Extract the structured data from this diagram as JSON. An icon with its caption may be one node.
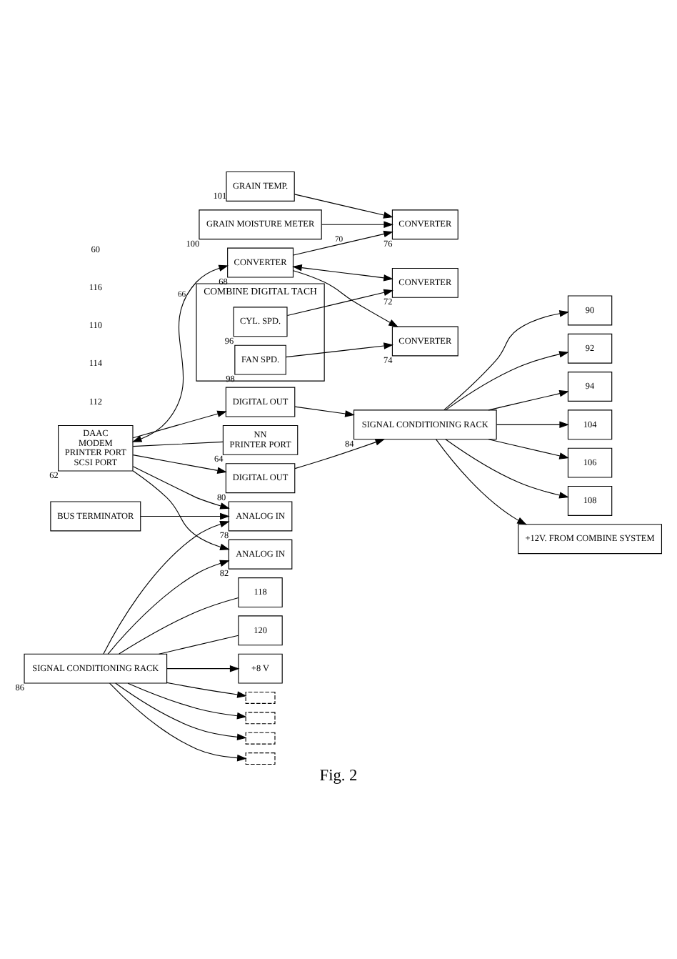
{
  "diagram": {
    "caption": "Fig. 2",
    "nodes": [
      {
        "text": [
          "GRAIN TEMP."
        ],
        "beside": [
          "101"
        ]
      },
      {
        "text": [
          "GRAIN MOISTURE METER"
        ],
        "beside": [
          "100"
        ]
      },
      {
        "text": [
          "COMBINE DIGITAL TACH"
        ]
      },
      {
        "text": [
          "FAN SPD."
        ],
        "in": 2,
        "beside": [
          "98"
        ]
      },
      {
        "text": [
          "CYL. SPD."
        ],
        "in": 2,
        "beside": [
          "96"
        ]
      },
      {
        "text": [
          "CONVERTER"
        ],
        "beside": [
          "76"
        ]
      },
      {
        "text": [
          "CONVERTER"
        ],
        "beside": [
          "74"
        ]
      },
      {
        "text": [
          "CONVERTER"
        ],
        "beside": [
          "72"
        ]
      },
      {
        "text": [
          "CONVERTER"
        ],
        "beside": [
          "68"
        ]
      },
      {
        "text": [
          "DAAC",
          "MODEM",
          "PRINTER PORT",
          "SCSI PORT"
        ],
        "beside": [
          "62"
        ]
      },
      {
        "text": [
          "NN",
          "PRINTER PORT"
        ],
        "beside": [
          "64"
        ]
      },
      {
        "text": [
          "BUS TERMINATOR"
        ]
      },
      {
        "text": [
          "ANALOG IN"
        ],
        "beside": [
          "78"
        ]
      },
      {
        "text": [
          "ANALOG IN"
        ],
        "beside": [
          "82"
        ]
      },
      {
        "text": [
          "DIGITAL OUT"
        ]
      },
      {
        "text": [
          "DIGITAL OUT"
        ],
        "beside": [
          "80"
        ]
      },
      {
        "text": [
          "SIGNAL CONDITIONING RACK"
        ],
        "beside": [
          "86"
        ]
      },
      {
        "text": [
          "SIGNAL CONDITIONING RACK"
        ],
        "beside": [
          "84"
        ]
      },
      {
        "text": [
          "118"
        ]
      },
      {
        "text": [
          "120"
        ]
      },
      {
        "text": [
          "90"
        ]
      },
      {
        "text": [
          "92"
        ]
      },
      {
        "text": [
          "94"
        ]
      },
      {
        "text": [
          "104"
        ]
      },
      {
        "text": [
          "106"
        ]
      },
      {
        "text": [
          "108"
        ]
      },
      {
        "text": [
          "+8 V"
        ]
      },
      {
        "text": [
          "+12V. FROM COMBINE SYSTEM"
        ]
      },
      {
        "text": [],
        "shape": "resistor"
      },
      {
        "text": [],
        "shape": "resistor"
      },
      {
        "text": [],
        "shape": "resistor"
      },
      {
        "text": [],
        "shape": "resistor"
      }
    ],
    "edges": [
      {
        "from": 0,
        "to": 5,
        "arrow": "to"
      },
      {
        "from": 1,
        "to": 5,
        "arrow": "to"
      },
      {
        "from": 3,
        "to": 6,
        "arrow": "to"
      },
      {
        "from": 4,
        "to": 7,
        "arrow": "to"
      },
      {
        "from": 8,
        "to": 5,
        "arrow": "to",
        "label": "70"
      },
      {
        "from": 8,
        "to": 6,
        "arrow": "to"
      },
      {
        "from": 8,
        "to": 7,
        "arrow": "both"
      },
      {
        "from": 9,
        "to": 8,
        "arrow": "both",
        "label": "66"
      },
      {
        "from": 9,
        "to": 10,
        "arrow": "none"
      },
      {
        "from": 9,
        "to": 12,
        "arrow": "to"
      },
      {
        "from": 9,
        "to": 13,
        "arrow": "to"
      },
      {
        "from": 9,
        "to": 14,
        "arrow": "to"
      },
      {
        "from": 9,
        "to": 15,
        "arrow": "to"
      },
      {
        "from": 11,
        "to": 12,
        "arrow": "to"
      },
      {
        "from": 16,
        "to": 12,
        "arrow": "to"
      },
      {
        "from": 16,
        "to": 13,
        "arrow": "to"
      },
      {
        "from": 14,
        "to": 17,
        "arrow": "to"
      },
      {
        "from": 15,
        "to": 17,
        "arrow": "to"
      },
      {
        "from": 16,
        "to": 18,
        "arrow": "none"
      },
      {
        "from": 16,
        "to": 19,
        "arrow": "none"
      },
      {
        "from": 16,
        "to": 26,
        "arrow": "to"
      },
      {
        "from": 16,
        "to": 28,
        "arrow": "to"
      },
      {
        "from": 16,
        "to": 29,
        "arrow": "to"
      },
      {
        "from": 16,
        "to": 30,
        "arrow": "to"
      },
      {
        "from": 16,
        "to": 31,
        "arrow": "to"
      },
      {
        "from": 17,
        "to": 20,
        "arrow": "to"
      },
      {
        "from": 17,
        "to": 21,
        "arrow": "to"
      },
      {
        "from": 17,
        "to": 22,
        "arrow": "to"
      },
      {
        "from": 17,
        "to": 23,
        "arrow": "to"
      },
      {
        "from": 17,
        "to": 24,
        "arrow": "to"
      },
      {
        "from": 17,
        "to": 25,
        "arrow": "to"
      },
      {
        "from": 17,
        "to": 27,
        "arrow": "to"
      }
    ],
    "labels": [
      "112",
      "114",
      "110",
      "116",
      "60"
    ]
  }
}
